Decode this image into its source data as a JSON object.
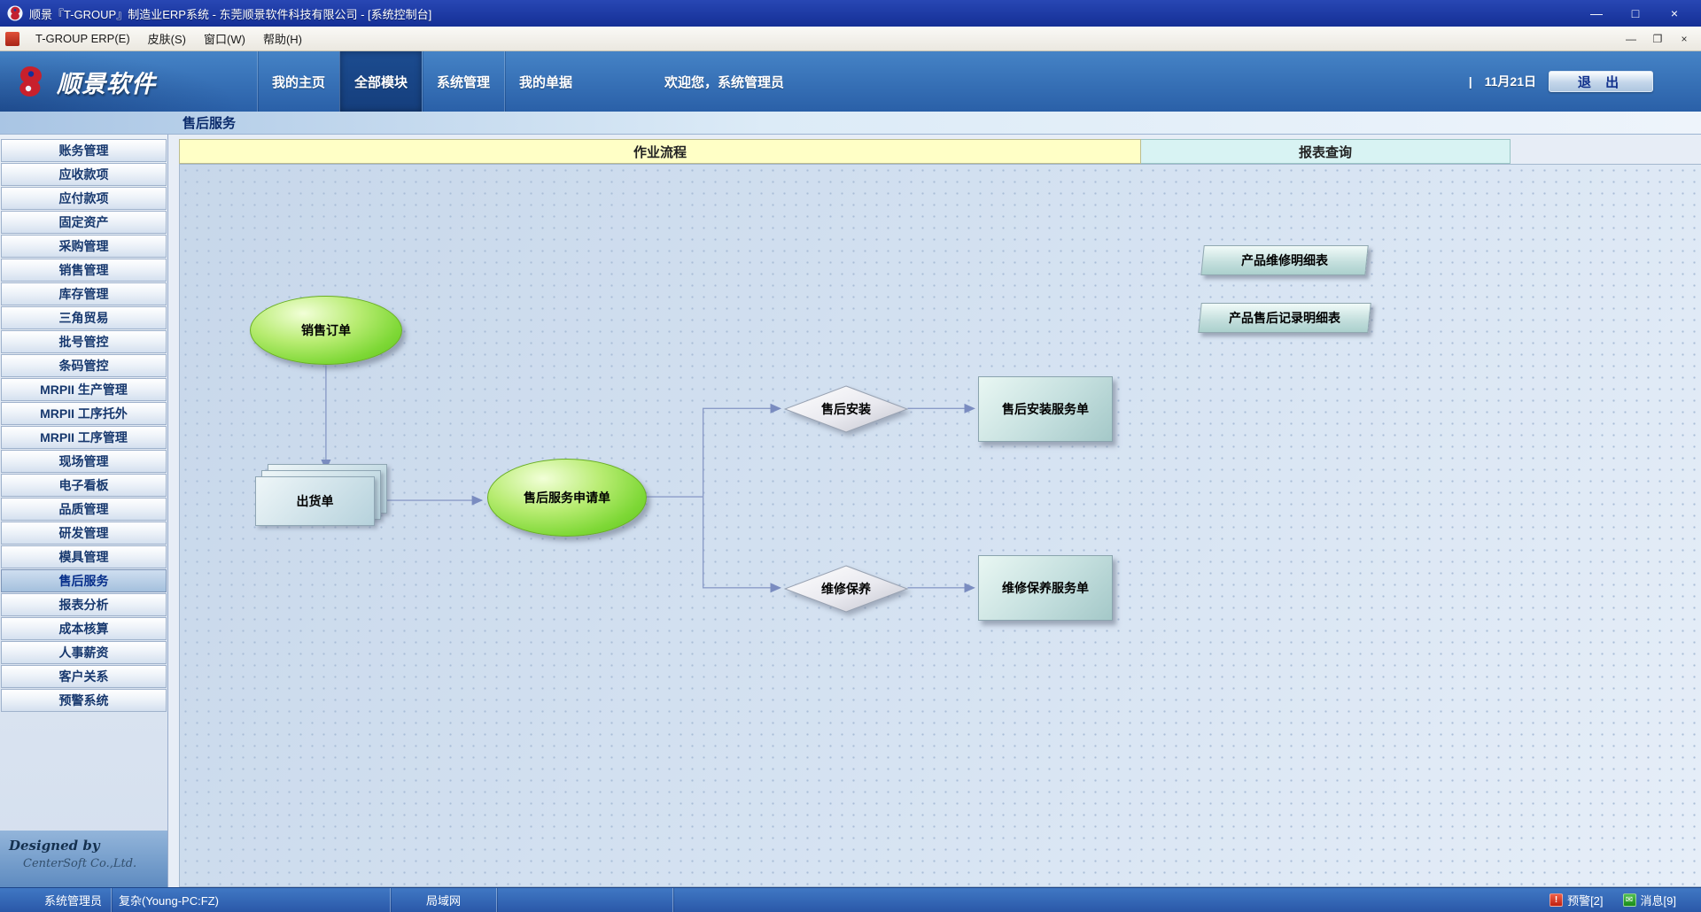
{
  "titlebar": {
    "title": "顺景『T-GROUP』制造业ERP系统 - 东莞顺景软件科技有限公司 - [系统控制台]"
  },
  "menubar": {
    "items": [
      "T-GROUP ERP(E)",
      "皮肤(S)",
      "窗口(W)",
      "帮助(H)"
    ]
  },
  "icons": {
    "minimize": "—",
    "maximize": "□",
    "close": "×",
    "mdi_minimize": "—",
    "mdi_restore": "❐",
    "mdi_close": "×",
    "alert_glyph": "!",
    "message_glyph": "✉"
  },
  "header": {
    "logo_text": "顺景软件",
    "tabs": [
      "我的主页",
      "全部模块",
      "系统管理",
      "我的单据"
    ],
    "active_tab": "全部模块",
    "welcome": "欢迎您，系统管理员",
    "date_separator": "|",
    "date": "11月21日",
    "exit_label": "退 出"
  },
  "breadcrumb": {
    "title": "售后服务"
  },
  "sidebar": {
    "items": [
      "账务管理",
      "应收款项",
      "应付款项",
      "固定资产",
      "采购管理",
      "销售管理",
      "库存管理",
      "三角贸易",
      "批号管控",
      "条码管控",
      "MRPII 生产管理",
      "MRPII 工序托外",
      "MRPII 工序管理",
      "现场管理",
      "电子看板",
      "品质管理",
      "研发管理",
      "模具管理",
      "售后服务",
      "报表分析",
      "成本核算",
      "人事薪资",
      "客户关系",
      "预警系统"
    ],
    "selected": "售后服务",
    "footer_line1": "Designed by",
    "footer_line2": "CenterSoft Co.,Ltd."
  },
  "main": {
    "process_tab": "作业流程",
    "report_tab": "报表查询",
    "flow": {
      "sales_order": "销售订单",
      "shipment": "出货单",
      "service_request": "售后服务申请单",
      "install_decision": "售后安装",
      "maintenance_decision": "维修保养",
      "install_order": "售后安装服务单",
      "maintenance_order": "维修保养服务单"
    },
    "report_buttons": [
      "产品维修明细表",
      "产品售后记录明细表"
    ]
  },
  "statusbar": {
    "user": "系统管理员",
    "workstation": "复杂(Young-PC:FZ)",
    "network": "局域网",
    "alerts": "预警[2]",
    "messages": "消息[9]"
  },
  "colors": {
    "titlebar_blue": "#1d3aa8",
    "header_blue": "#3574bc",
    "node_green": "#7ad42e",
    "tab_yellow": "#ffffc6",
    "tab_cyan": "#d8f3f3",
    "connector": "#8b9cc8"
  }
}
